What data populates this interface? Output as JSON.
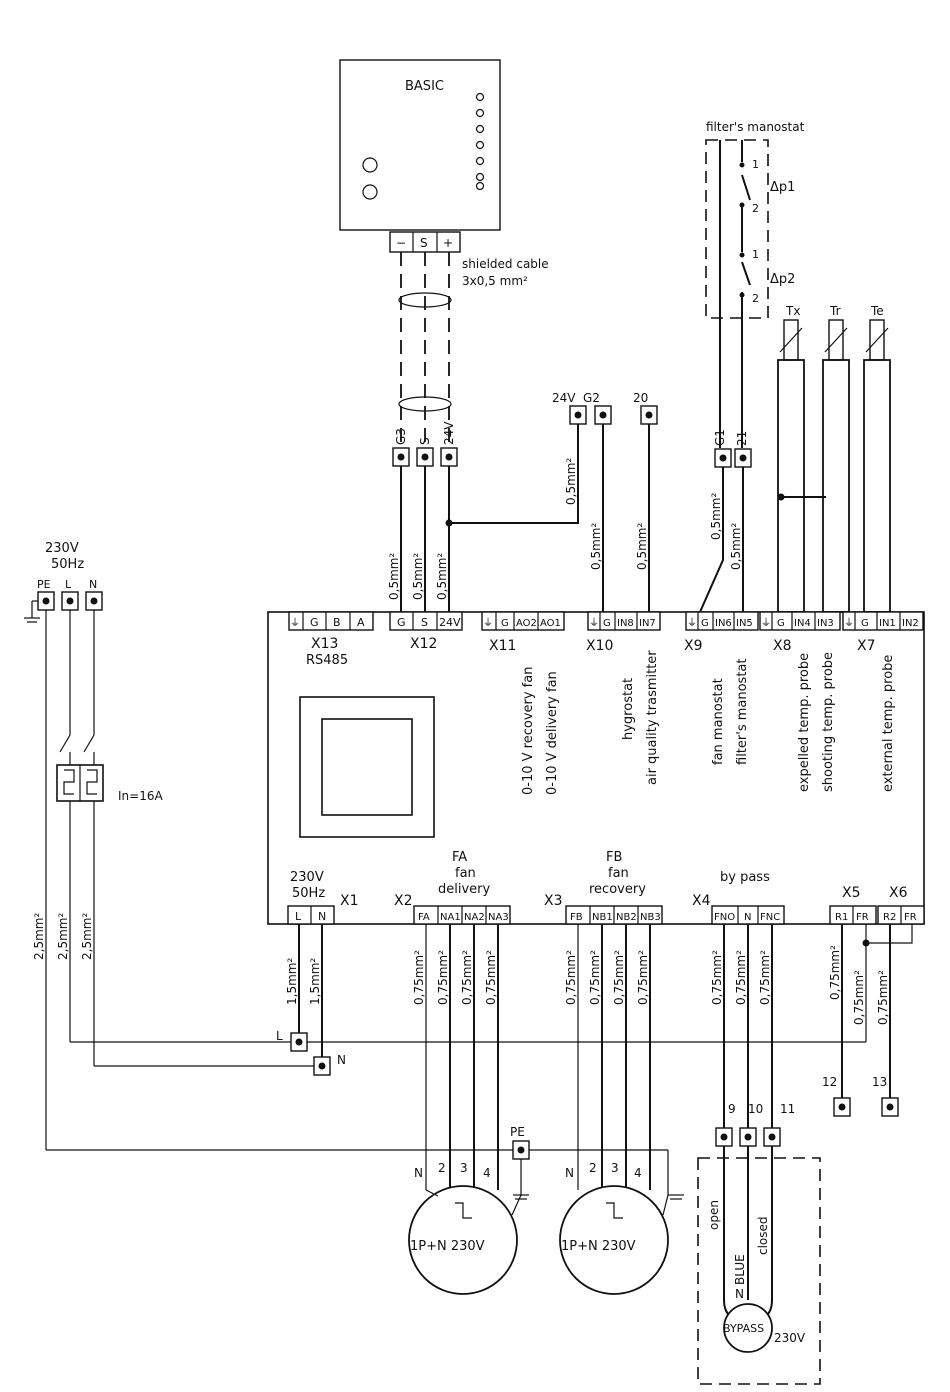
{
  "basic": {
    "label": "BASIC",
    "terminals": [
      "−",
      "S",
      "+"
    ]
  },
  "cable": {
    "line1": "shielded cable",
    "line2": "3x0,5 mm²"
  },
  "top_term": {
    "g3": "G3",
    "s": "S",
    "v24": "24V"
  },
  "ext_term": {
    "v24": "24V",
    "g2": "G2",
    "t20": "20",
    "g1": "G1",
    "t21": "21"
  },
  "filter": {
    "title": "filter's manostat",
    "dp1": "Δp1",
    "dp2": "Δp2",
    "n1": "1",
    "n2": "2"
  },
  "probes": {
    "tx": "Tx",
    "tr": "Tr",
    "te": "Te"
  },
  "wire": {
    "w05": "0,5mm²",
    "w075": "0,75mm²",
    "w15": "1,5mm²",
    "w25": "2,5mm²"
  },
  "supply": {
    "v": "230V",
    "hz": "50Hz",
    "pe": "PE",
    "l": "L",
    "n": "N",
    "breaker": "In=16A"
  },
  "connectors": {
    "x13": {
      "name": "X13",
      "sub": "RS485",
      "pins": [
        "⏚",
        "G",
        "B",
        "A"
      ]
    },
    "x12": {
      "name": "X12",
      "pins": [
        "G",
        "S",
        "24V"
      ]
    },
    "x11": {
      "name": "X11",
      "pins": [
        "⏚",
        "G",
        "AO2",
        "AO1"
      ],
      "d1": "0-10 V recovery fan",
      "d2": "0-10 V delivery fan"
    },
    "x10": {
      "name": "X10",
      "pins": [
        "⏚",
        "G",
        "IN8",
        "IN7"
      ],
      "d1": "hygrostat",
      "d2": "air quality trasmitter"
    },
    "x9": {
      "name": "X9",
      "pins": [
        "⏚",
        "G",
        "IN6",
        "IN5"
      ],
      "d1": "fan manostat",
      "d2": "filter's manostat"
    },
    "x8": {
      "name": "X8",
      "pins": [
        "⏚",
        "G",
        "IN4",
        "IN3"
      ],
      "d1": "expelled temp. probe",
      "d2": "shooting temp. probe"
    },
    "x7": {
      "name": "X7",
      "pins": [
        "⏚",
        "G",
        "IN1",
        "IN2"
      ],
      "d1": "external temp. probe"
    },
    "x1": {
      "name": "X1",
      "v": "230V",
      "hz": "50Hz",
      "pins": [
        "L",
        "N"
      ]
    },
    "x2": {
      "name": "X2",
      "t1": "FA",
      "t2": "fan",
      "t3": "delivery",
      "pins": [
        "FA",
        "NA1",
        "NA2",
        "NA3"
      ]
    },
    "x3": {
      "name": "X3",
      "t1": "FB",
      "t2": "fan",
      "t3": "recovery",
      "pins": [
        "FB",
        "NB1",
        "NB2",
        "NB3"
      ]
    },
    "x4": {
      "name": "X4",
      "t1": "by pass",
      "pins": [
        "FNO",
        "N",
        "FNC"
      ]
    },
    "x5": {
      "name": "X5",
      "pins": [
        "R1",
        "FR"
      ]
    },
    "x6": {
      "name": "X6",
      "pins": [
        "R2",
        "FR"
      ]
    }
  },
  "bottom": {
    "l": "L",
    "n": "N",
    "pe": "PE",
    "t9": "9",
    "t10": "10",
    "t11": "11",
    "t12": "12",
    "t13": "13"
  },
  "motor": {
    "label": "1P+N 230V",
    "n": "N",
    "p2": "2",
    "p3": "3",
    "p4": "4"
  },
  "bypass": {
    "open": "open",
    "closed": "closed",
    "blue": "BLUE",
    "n": "N",
    "label": "BYPASS",
    "v": "230V"
  }
}
